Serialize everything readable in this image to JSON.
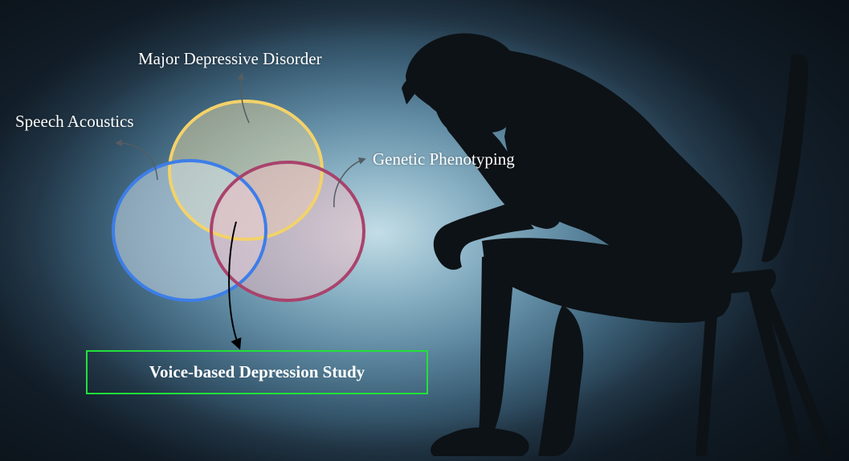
{
  "diagram": {
    "sets": [
      {
        "id": "major-depressive-disorder",
        "label": "Major Depressive Disorder",
        "color": "#f3d26a"
      },
      {
        "id": "speech-acoustics",
        "label": "Speech Acoustics",
        "color": "#3d7ee8"
      },
      {
        "id": "genetic-phenotyping",
        "label": "Genetic Phenotyping",
        "color": "#a9436c"
      }
    ],
    "result": {
      "label": "Voice-based Depression Study",
      "border_color": "#22e13a"
    }
  }
}
